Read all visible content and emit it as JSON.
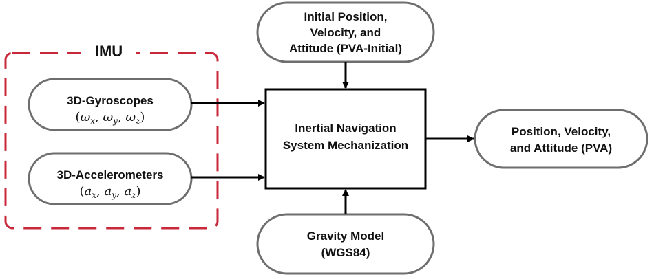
{
  "imu": {
    "title": "IMU",
    "border_color": "#c8283a"
  },
  "nodes": {
    "gyroscopes": {
      "title": "3D-Gyroscopes",
      "formula": "(ωx, ωy, ωz)"
    },
    "accelerometers": {
      "title": "3D-Accelerometers",
      "formula": "(ax, ay, az)"
    },
    "initial_pva": {
      "lines": [
        "Initial Position,",
        "Velocity, and",
        "Attitude (PVA-Initial)"
      ]
    },
    "mechanization": {
      "lines": [
        "Inertial Navigation",
        "System Mechanization"
      ]
    },
    "gravity_model": {
      "lines": [
        "Gravity Model",
        "(WGS84)"
      ]
    },
    "output_pva": {
      "lines": [
        "Position, Velocity,",
        "and Attitude (PVA)"
      ]
    }
  },
  "colors": {
    "node_border": "#6e6e6e",
    "box_border": "#000000",
    "arrow": "#000000",
    "text": "#111111"
  }
}
